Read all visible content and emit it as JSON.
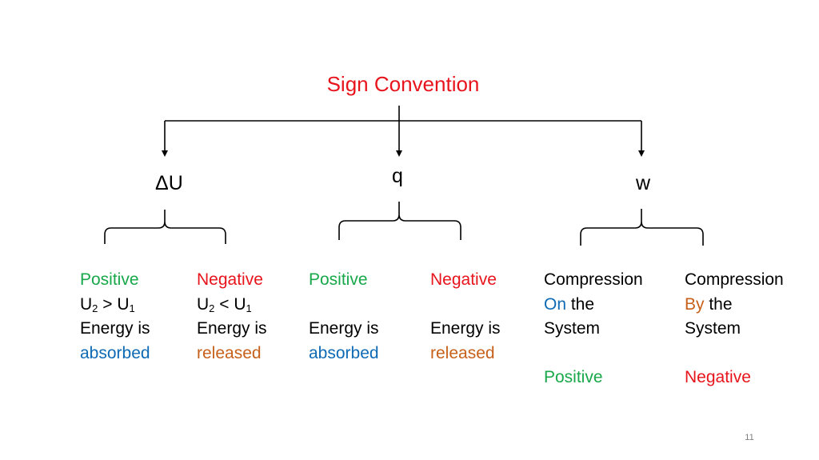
{
  "title": "Sign Convention",
  "variables": {
    "internal_energy": "ΔU",
    "heat": "q",
    "work": "w"
  },
  "columns": {
    "du_positive": {
      "sign": "Positive",
      "relation_base": "U",
      "relation_sub_left": "2",
      "relation_op": " > U",
      "relation_sub_right": "1",
      "energy_is": "Energy is",
      "effect": "absorbed"
    },
    "du_negative": {
      "sign": "Negative",
      "relation_base": "U",
      "relation_sub_left": "2",
      "relation_op": " < U",
      "relation_sub_right": "1",
      "energy_is": "Energy is",
      "effect": "released"
    },
    "q_positive": {
      "sign": "Positive",
      "energy_is": "Energy is",
      "effect": "absorbed"
    },
    "q_negative": {
      "sign": "Negative",
      "energy_is": "Energy is",
      "effect": "released"
    },
    "w_on": {
      "line1": "Compression",
      "keyword": "On",
      "rest": " the",
      "line3": "System",
      "sign": "Positive"
    },
    "w_by": {
      "line1": "Compression",
      "keyword": "By",
      "rest": " the",
      "line3": "System",
      "sign": "Negative"
    }
  },
  "page_number": "11",
  "colors": {
    "title": "#e8141c",
    "positive": "#18a84a",
    "negative": "#e8141c",
    "absorbed": "#0e6ab4",
    "released": "#c7601a"
  }
}
